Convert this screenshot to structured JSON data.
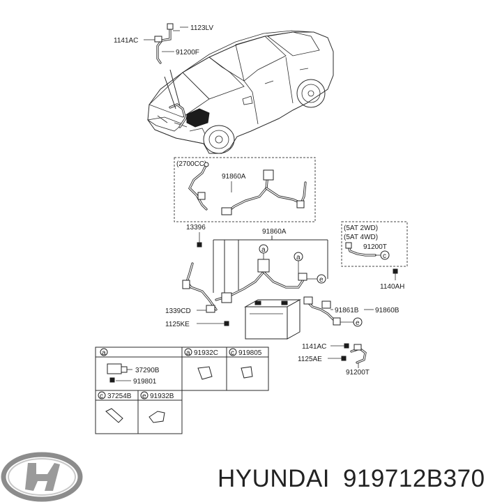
{
  "title": {
    "brand": "HYUNDAI",
    "part_number": "919712B370"
  },
  "callouts": {
    "c1141AC_top": "1141AC",
    "c1123LV": "1123LV",
    "c91200F": "91200F",
    "c2700CC": "(2700CC)",
    "c91860A_upper": "91860A",
    "c13396": "13396",
    "c91860A_lower": "91860A",
    "c5AT2WD": "(5AT 2WD)",
    "c5AT4WD": "(5AT 4WD)",
    "c91200T_right": "91200T",
    "c1140AH": "1140AH",
    "c1339CD": "1339CD",
    "c1125KE": "1125KE",
    "c91861B": "91861B",
    "c91860B": "91860B",
    "c1141AC_bottom": "1141AC",
    "c1125AE": "1125AE",
    "c91200T_bottom": "91200T"
  },
  "markers": {
    "a": "a",
    "c": "c",
    "e": "e"
  },
  "legend": {
    "cell_a_header": "a",
    "cell_a_part1": "37290B",
    "cell_a_part2": "919801",
    "cell_b_header_marker": "a",
    "cell_b_header_part": "91932C",
    "cell_c_header_marker": "c",
    "cell_c_header_part": "919805",
    "cell_d_header_marker": "c",
    "cell_d_header_part": "37254B",
    "cell_e_header_marker": "e",
    "cell_e_header_part": "91932B"
  },
  "colors": {
    "line": "#2a2a2a",
    "title_text": "#222222",
    "logo_silver": "#9a9a9a"
  },
  "icons": {
    "logo": "hyundai-logo",
    "vehicle": "suv-vehicle-outline",
    "battery": "battery-block"
  }
}
